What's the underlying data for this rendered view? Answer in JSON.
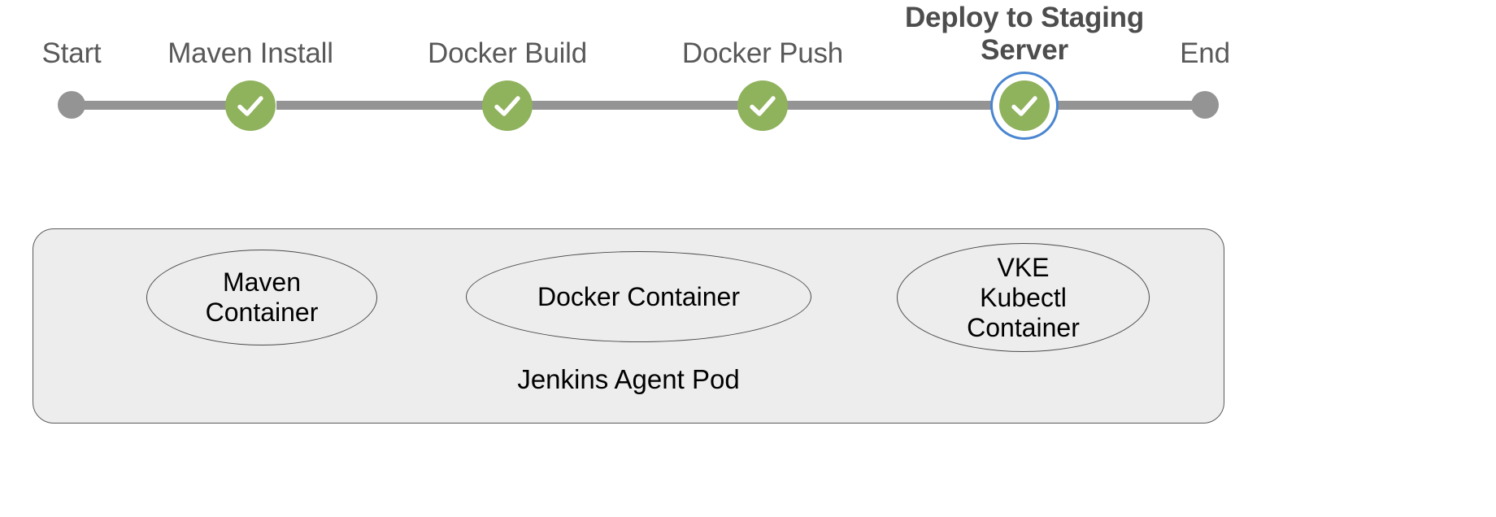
{
  "colors": {
    "success_green": "#8fb25c",
    "idle_gray": "#949494",
    "selected_blue": "#4a86d0",
    "label_gray": "#595959",
    "pod_fill": "#ededed",
    "pod_border": "#5a5a5a",
    "check_white": "#ffffff"
  },
  "pipeline": {
    "start": {
      "label": "Start",
      "icon": "start-dot-icon",
      "status": "idle"
    },
    "end": {
      "label": "End",
      "icon": "end-dot-icon",
      "status": "idle"
    },
    "stages": [
      {
        "label": "Maven Install",
        "status": "success",
        "icon": "check-circle-icon",
        "selected": false
      },
      {
        "label": "Docker Build",
        "status": "success",
        "icon": "check-circle-icon",
        "selected": false
      },
      {
        "label": "Docker Push",
        "status": "success",
        "icon": "check-circle-icon",
        "selected": false
      },
      {
        "label": "Deploy to Staging\nServer",
        "status": "success",
        "icon": "check-circle-icon",
        "selected": true
      }
    ]
  },
  "agent_pod": {
    "label": "Jenkins Agent Pod",
    "containers": [
      {
        "label": "Maven\nContainer"
      },
      {
        "label": "Docker Container"
      },
      {
        "label": "VKE\nKubectl\nContainer"
      }
    ]
  }
}
